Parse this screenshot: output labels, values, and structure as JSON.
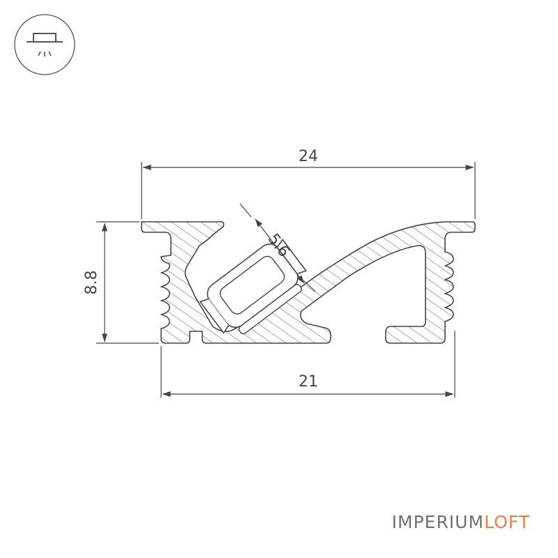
{
  "mount_icon": "recessed-ceiling-light-icon",
  "dimensions": {
    "top_width": "24",
    "height": "8.8",
    "lens_width": "5.6",
    "bottom_width": "21"
  },
  "brand": {
    "part1": "IMPERIUM",
    "part2": "LOFT"
  },
  "colors": {
    "outline": "#444444",
    "hatch": "#666666",
    "brand_gray": "#707070",
    "brand_accent": "#e8804a"
  }
}
